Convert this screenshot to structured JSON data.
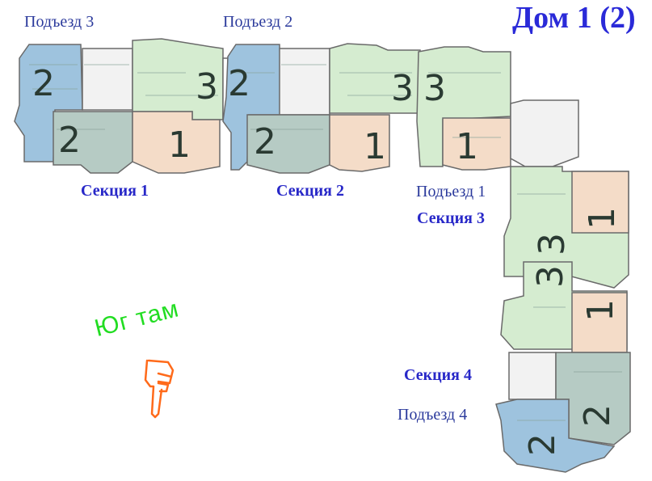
{
  "title": "Дом 1 (2)",
  "entrances": {
    "e3": "Подъезд 3",
    "e2": "Подъезд 2",
    "e1": "Подъезд 1",
    "e4": "Подъезд 4"
  },
  "sections": {
    "s1": "Секция 1",
    "s2": "Секция 2",
    "s3": "Секция 3",
    "s4": "Секция 4"
  },
  "direction_hint": "Юг там",
  "apartment_numbers": {
    "s1_blue": "2",
    "s1_grey": "2",
    "s1_peach": "1",
    "s1_green": "3",
    "s2_blue_top": "2",
    "s2_grey": "2",
    "s2_peach": "1",
    "s2_green": "3",
    "s3_green_top": "3",
    "s3_peach_top": "1",
    "s3_peach_right": "1",
    "s3_green_mid": "3",
    "s3_green_low": "3",
    "s3_peach_low": "1",
    "s4_grey": "2",
    "s4_blue": "2"
  },
  "colors": {
    "blue": "#9ec3de",
    "grey": "#b6cbc4",
    "green": "#d5ecd0",
    "peach": "#f4dcc8",
    "stair": "#f2f2f2",
    "title": "#2a2ad8",
    "entrance": "#2b3a9c",
    "south": "#22dd22",
    "hand": "#ff6a1a"
  }
}
